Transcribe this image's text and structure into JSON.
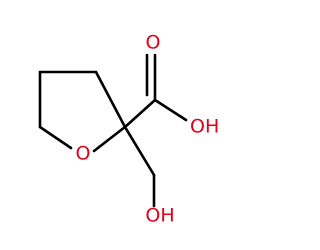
{
  "molecule": {
    "atoms": {
      "carbonyl_o": "O",
      "acid_oh": "OH",
      "ring_o": "O",
      "hydroxymethyl_oh": "OH"
    },
    "colors": {
      "bond": "#000000",
      "heteroatom": "#e3001b",
      "background": "#ffffff"
    }
  }
}
